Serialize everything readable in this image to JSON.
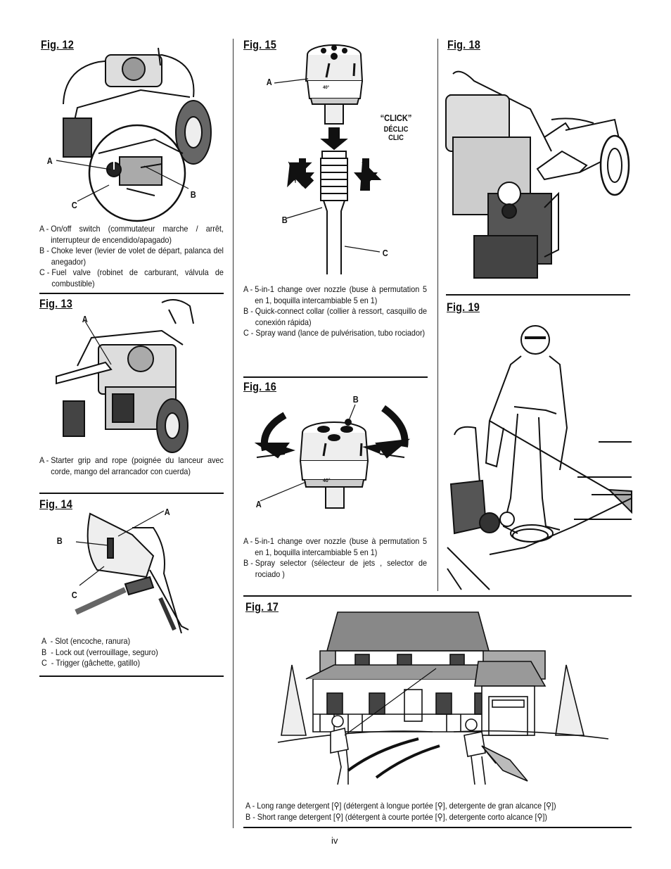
{
  "fig12": {
    "title": "Fig. 12",
    "callouts": {
      "a": "A",
      "b": "B",
      "c": "C"
    },
    "legend": [
      {
        "key": "A - ",
        "text": "On/off switch (commutateur marche / arrêt, interrupteur de encendido/apagado)"
      },
      {
        "key": "B - ",
        "text": "Choke lever (levier de volet de départ, palanca del anegador)"
      },
      {
        "key": "C - ",
        "text": "Fuel valve (robinet de carburant, válvula de combustible)"
      }
    ]
  },
  "fig13": {
    "title": "Fig. 13",
    "callouts": {
      "a": "A"
    },
    "legend": [
      {
        "key": "A - ",
        "text": "Starter grip and rope (poignée du lanceur avec corde, mango del arrancador con cuerda)"
      }
    ]
  },
  "fig14": {
    "title": "Fig. 14",
    "callouts": {
      "a": "A",
      "b": "B",
      "c": "C"
    },
    "legend": [
      {
        "key": "A  - ",
        "text": "Slot (encoche, ranura)"
      },
      {
        "key": "B  - ",
        "text": "Lock out (verrouillage, seguro)"
      },
      {
        "key": "C  - ",
        "text": "Trigger (gâchette, gatillo)"
      }
    ]
  },
  "fig15": {
    "title": "Fig. 15",
    "callouts": {
      "a": "A",
      "b": "B",
      "c": "C"
    },
    "click": [
      "“CLICK”",
      "DÉCLIC",
      "CLIC"
    ],
    "nozzle_mark": "40°",
    "legend": [
      {
        "key": "A - ",
        "text": "5-in-1 change over nozzle (buse à permutation 5 en 1, boquilla intercambiable 5 en 1)"
      },
      {
        "key": "B - ",
        "text": "Quick-connect collar (collier à ressort, casquillo de conexión rápida)"
      },
      {
        "key": "C - ",
        "text": "Spray wand (lance de pulvérisation, tubo rociador)"
      }
    ]
  },
  "fig16": {
    "title": "Fig. 16",
    "callouts": {
      "a": "A",
      "b": "B"
    },
    "nozzle_mark": "40°",
    "legend": [
      {
        "key": "A - ",
        "text": "5-in-1 change over nozzle (buse à permutation 5 en 1, boquilla intercambiable 5 en 1)"
      },
      {
        "key": "B - ",
        "text": "Spray selector (sélecteur de jets , selector de rociado )"
      }
    ]
  },
  "fig17": {
    "title": "Fig. 17",
    "legend": [
      {
        "key": "A - ",
        "text": "Long range detergent [⚲] (détergent à longue portée [⚲], detergente de gran alcance [⚲])"
      },
      {
        "key": "B - ",
        "text": "Short range detergent [⚲] (détergent à courte portée [⚲], detergente corto alcance [⚲])"
      }
    ]
  },
  "fig18": {
    "title": "Fig. 18"
  },
  "fig19": {
    "title": "Fig. 19"
  },
  "page_number": "iv"
}
